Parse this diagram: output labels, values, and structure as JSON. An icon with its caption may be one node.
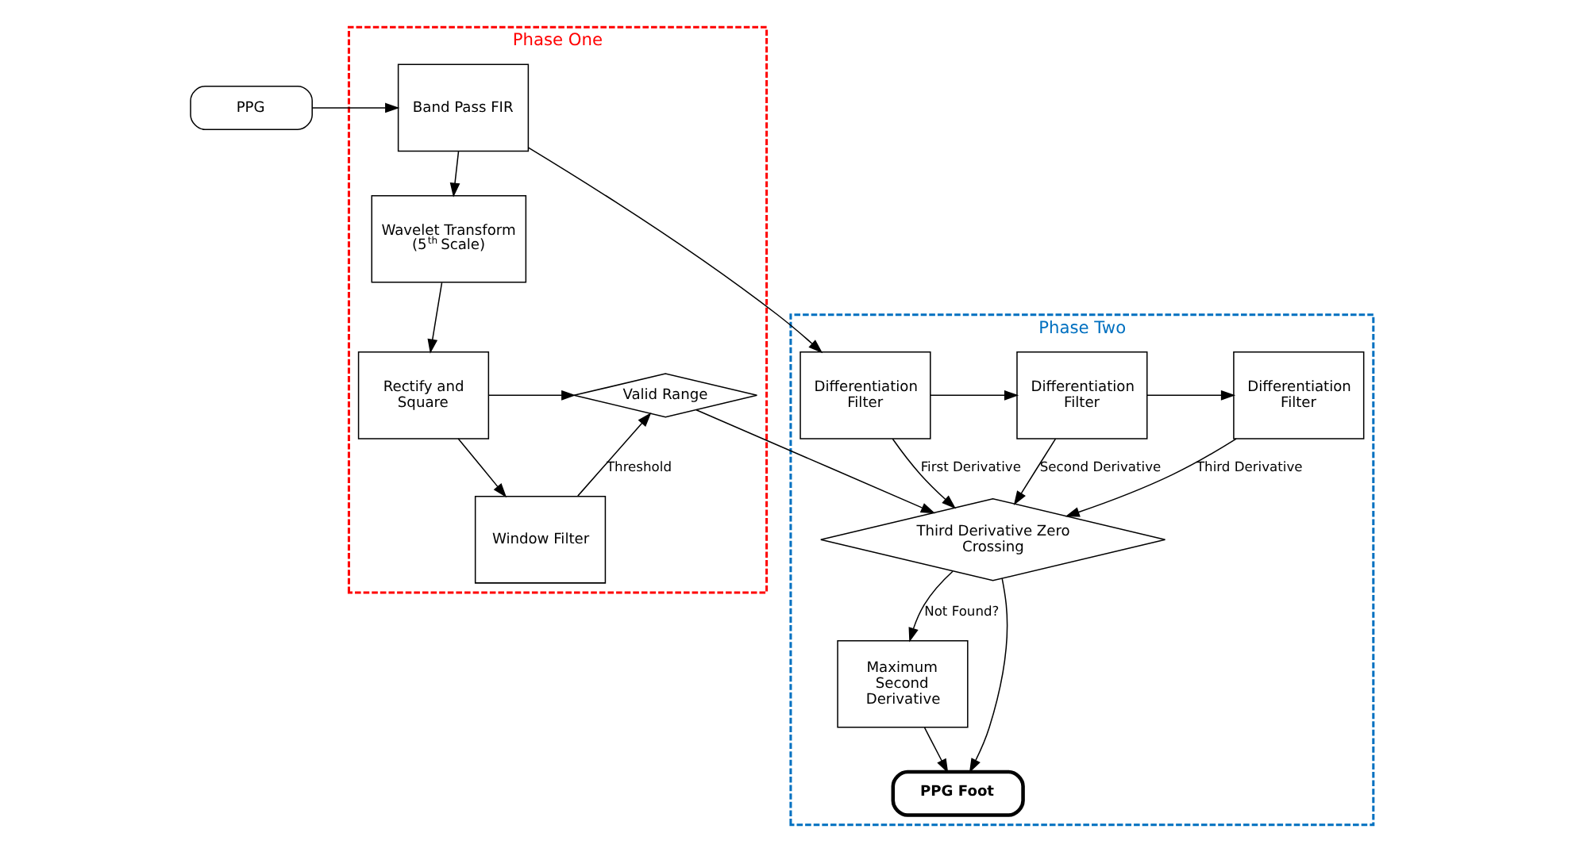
{
  "diagram": {
    "nodes": [
      {
        "text": [
          "PPG"
        ]
      },
      {
        "text": [
          "Phase One"
        ]
      },
      {
        "text": [
          "Band Pass FIR"
        ],
        "in": 1
      },
      {
        "text": [
          "Wavelet Transform (5$^{th}$ Scale)"
        ],
        "in": 1
      },
      {
        "text": [
          "Rectify and Square"
        ],
        "in": 1
      },
      {
        "text": [
          "Window Filter"
        ],
        "in": 1
      },
      {
        "text": [
          "Valid Range"
        ],
        "in": 1
      },
      {
        "text": [
          "Phase Two"
        ]
      },
      {
        "text": [
          "Differentiation Filter"
        ],
        "in": 7
      },
      {
        "text": [
          "Differentiation Filter"
        ],
        "in": 7
      },
      {
        "text": [
          "Differentiation Filter"
        ],
        "in": 7
      },
      {
        "text": [
          "Third Derivative Zero Crossing"
        ],
        "in": 7
      },
      {
        "text": [
          "Maximum Second Derivative"
        ],
        "in": 7
      },
      {
        "text": [
          "PPG Foot"
        ],
        "in": 7
      }
    ],
    "edges": [
      {
        "from": 0,
        "to": 2,
        "arrow": "to"
      },
      {
        "from": 2,
        "to": 8,
        "arrow": "to"
      },
      {
        "from": 8,
        "to": 9,
        "arrow": "to"
      },
      {
        "from": 9,
        "to": 10,
        "arrow": "to"
      },
      {
        "from": 2,
        "to": 3,
        "arrow": "to"
      },
      {
        "from": 3,
        "to": 4,
        "arrow": "to"
      },
      {
        "from": 4,
        "to": 6,
        "arrow": "to"
      },
      {
        "from": 4,
        "to": 5,
        "arrow": "to"
      },
      {
        "from": 5,
        "to": 6,
        "arrow": "to",
        "label": "Threshold"
      },
      {
        "from": 8,
        "to": 11,
        "arrow": "to",
        "label": "First Derivative"
      },
      {
        "from": 9,
        "to": 11,
        "arrow": "to",
        "label": "Second Derivative"
      },
      {
        "from": 10,
        "to": 11,
        "arrow": "to",
        "label": "Third Derivative"
      },
      {
        "from": 6,
        "to": 11,
        "arrow": "to"
      },
      {
        "from": 11,
        "to": 12,
        "arrow": "to",
        "label": "Not Found?"
      },
      {
        "from": 11,
        "to": 13,
        "arrow": "to"
      },
      {
        "from": 12,
        "to": 13,
        "arrow": "to"
      }
    ]
  }
}
